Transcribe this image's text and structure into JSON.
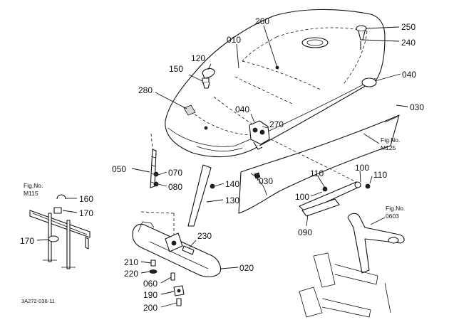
{
  "diagram": {
    "document_code": "3A272-036-11",
    "figure_refs": [
      {
        "id": "m125",
        "title": "Fig.No.",
        "code": "M125"
      },
      {
        "id": "m115",
        "title": "Fig.No.",
        "code": "M115"
      },
      {
        "id": "0603",
        "title": "Fig.No.",
        "code": "0603"
      }
    ],
    "callouts": [
      {
        "id": "260",
        "text": "260"
      },
      {
        "id": "250",
        "text": "250"
      },
      {
        "id": "010",
        "text": "010"
      },
      {
        "id": "240",
        "text": "240"
      },
      {
        "id": "120",
        "text": "120"
      },
      {
        "id": "150",
        "text": "150"
      },
      {
        "id": "040a",
        "text": "040"
      },
      {
        "id": "280",
        "text": "280"
      },
      {
        "id": "030a",
        "text": "030"
      },
      {
        "id": "040b",
        "text": "040"
      },
      {
        "id": "270",
        "text": "270"
      },
      {
        "id": "050",
        "text": "050"
      },
      {
        "id": "070",
        "text": "070"
      },
      {
        "id": "080",
        "text": "080"
      },
      {
        "id": "140",
        "text": "140"
      },
      {
        "id": "030b",
        "text": "030"
      },
      {
        "id": "110a",
        "text": "110"
      },
      {
        "id": "100a",
        "text": "100"
      },
      {
        "id": "110b",
        "text": "110"
      },
      {
        "id": "100b",
        "text": "100"
      },
      {
        "id": "160",
        "text": "160"
      },
      {
        "id": "130",
        "text": "130"
      },
      {
        "id": "170a",
        "text": "170"
      },
      {
        "id": "090",
        "text": "090"
      },
      {
        "id": "230",
        "text": "230"
      },
      {
        "id": "170b",
        "text": "170"
      },
      {
        "id": "210",
        "text": "210"
      },
      {
        "id": "020",
        "text": "020"
      },
      {
        "id": "220",
        "text": "220"
      },
      {
        "id": "060",
        "text": "060"
      },
      {
        "id": "190",
        "text": "190"
      },
      {
        "id": "200",
        "text": "200"
      }
    ]
  }
}
